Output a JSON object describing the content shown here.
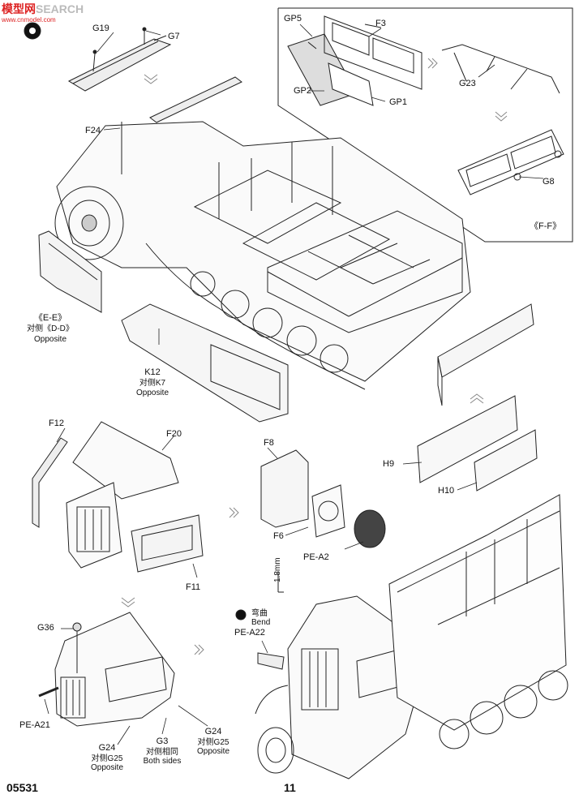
{
  "watermark": {
    "brand": "模型网",
    "search": "SEARCH",
    "domain": "www.cnmodel.com"
  },
  "labels": {
    "g19": "G19",
    "g7": "G7",
    "f24": "F24",
    "gp5": "GP5",
    "f3": "F3",
    "gp2": "GP2",
    "gp1": "GP1",
    "g23": "G23",
    "g8": "G8",
    "ff": "《F-F》",
    "ee": "《E-E》",
    "ee_opp_cn": "对侧《D-D》",
    "ee_opp": "Opposite",
    "k12": "K12",
    "k12_opp_cn": "对侧K7",
    "k12_opp": "Opposite",
    "f12": "F12",
    "f20": "F20",
    "f11": "F11",
    "f8": "F8",
    "f6": "F6",
    "pea2": "PE-A2",
    "h9": "H9",
    "h10": "H10",
    "dim": "1.8mm",
    "bend_cn": "弯曲",
    "bend": "Bend",
    "pea22": "PE-A22",
    "g36": "G36",
    "pea21": "PE-A21",
    "g24a": "G24",
    "g24a_opp_cn": "对侧G25",
    "g24a_opp": "Opposite",
    "g3": "G3",
    "g3_cn": "对侧相同",
    "g3_both": "Both sides",
    "g24b": "G24",
    "g24b_opp_cn": "对侧G25",
    "g24b_opp": "Opposite"
  },
  "footer": {
    "code": "05531",
    "page": "11"
  }
}
